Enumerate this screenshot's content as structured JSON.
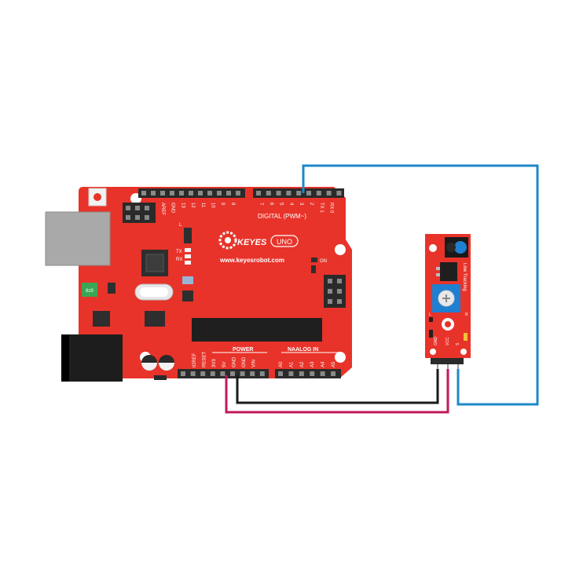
{
  "board": {
    "brand_logo_text": "KEYES",
    "model_badge": "UNO",
    "website": "www.keyesrobot.com",
    "digital_header": "DIGITAL  (PWM~)",
    "digital_pins_left": [
      "AREF",
      "GND",
      "13",
      "12",
      "11",
      "10",
      "9",
      "8"
    ],
    "digital_pins_right": [
      "7",
      "6",
      "5",
      "4",
      "3",
      "2",
      "TX 1",
      "RX 0"
    ],
    "power_header": "POWER",
    "analog_header": "NAALOG IN",
    "power_pins": [
      "IOREF",
      "RESET",
      "3V3",
      "5V",
      "GND",
      "GND",
      "VIN"
    ],
    "analog_pins": [
      "A0",
      "A1",
      "A2",
      "A3",
      "A4",
      "A5"
    ],
    "led_labels": [
      "L",
      "TX",
      "RX"
    ],
    "on_label": "ON",
    "crystal_label": "8z9"
  },
  "sensor": {
    "title": "Line Tracking",
    "pin_labels": [
      "GND",
      "VCC",
      "S"
    ],
    "side_labels": [
      "L",
      "R"
    ]
  },
  "wires": [
    {
      "from": "5V",
      "to": "VCC",
      "color": "#c2185b"
    },
    {
      "from": "GND",
      "to": "GND",
      "color": "#1a1a1a"
    },
    {
      "from": "3",
      "to": "S",
      "color": "#1e88c8"
    }
  ],
  "colors": {
    "board_red": "#e8332a",
    "header_black": "#2a2a2a",
    "usb_gray": "#a9a9a9",
    "potentiometer_blue": "#1f7fd1"
  }
}
